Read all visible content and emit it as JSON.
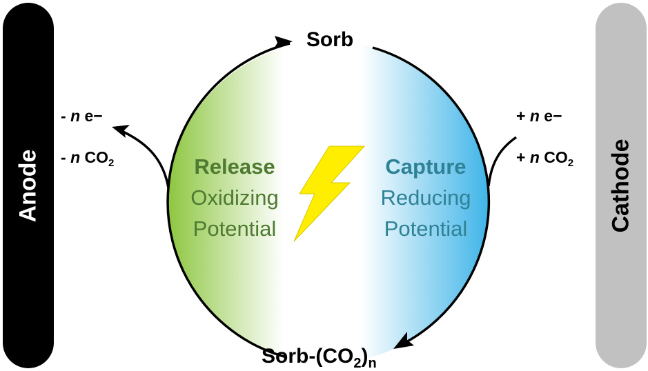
{
  "electrodes": {
    "anode": "Anode",
    "cathode": "Cathode"
  },
  "states": {
    "top": "Sorb",
    "bottom_prefix": "Sorb-(CO",
    "bottom_sub2": "2",
    "bottom_close": ")",
    "bottom_subn": "n"
  },
  "release": {
    "title": "Release",
    "line1": "Oxidizing",
    "line2": "Potential",
    "color": "#4e7a32"
  },
  "capture": {
    "title": "Capture",
    "line1": "Reducing",
    "line2": "Potential",
    "color": "#2f8296"
  },
  "anode_side": {
    "electrons_sign": "- ",
    "electrons_n": "n",
    "electrons_rest": " e−",
    "co2_sign": "- ",
    "co2_n": "n",
    "co2_rest": " CO",
    "co2_sub": "2"
  },
  "cathode_side": {
    "electrons_sign": "+ ",
    "electrons_n": "n",
    "electrons_rest": " e−",
    "co2_sign": "+ ",
    "co2_n": "n",
    "co2_rest": " CO",
    "co2_sub": "2"
  },
  "colors": {
    "green": "#8cc63f",
    "blue": "#3eb4e8",
    "bolt": "#ffee00"
  },
  "icons": {
    "center": "lightning-bolt-icon"
  }
}
